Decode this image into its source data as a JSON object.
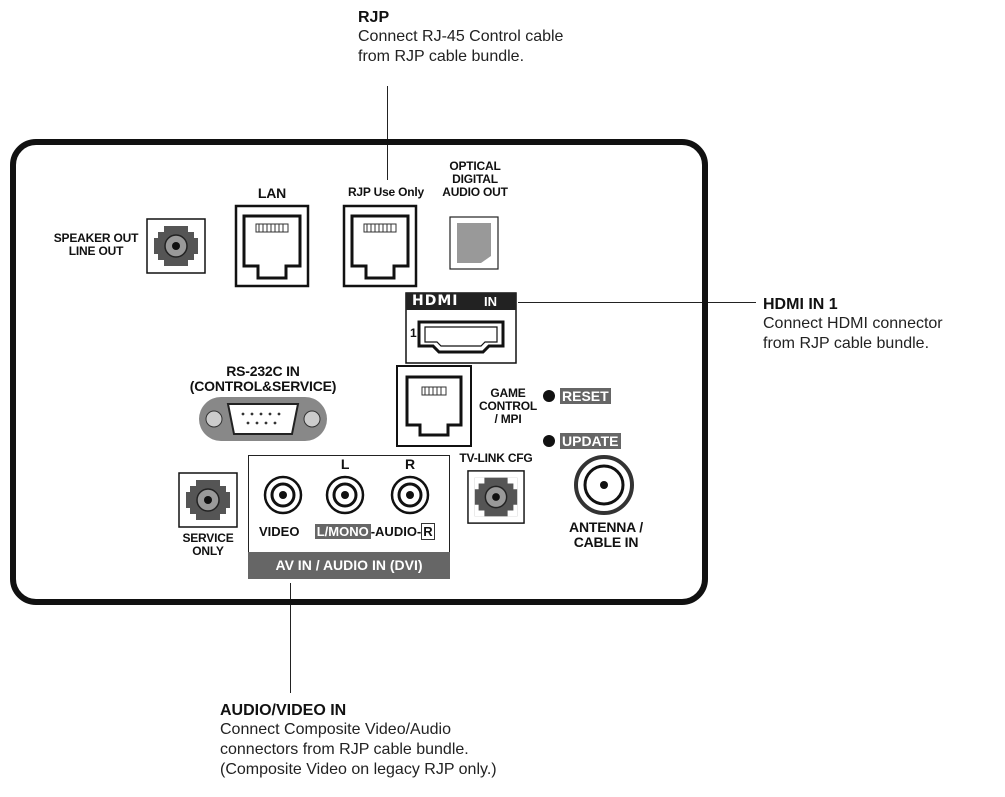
{
  "callouts": {
    "rjp": {
      "title": "RJP",
      "lines": [
        "Connect RJ-45 Control cable",
        "from RJP cable bundle."
      ]
    },
    "hdmi": {
      "title": "HDMI IN 1",
      "lines": [
        "Connect HDMI connector",
        "from RJP cable bundle."
      ]
    },
    "av": {
      "title": "AUDIO/VIDEO IN",
      "lines": [
        "Connect Composite Video/Audio",
        "connectors from RJP cable bundle.",
        "(Composite Video on legacy RJP only.)"
      ]
    }
  },
  "panel": {
    "speaker_out": [
      "SPEAKER OUT",
      "LINE OUT"
    ],
    "lan": "LAN",
    "rjp_use_only": "RJP Use Only",
    "optical": [
      "OPTICAL",
      "DIGITAL",
      "AUDIO OUT"
    ],
    "hdmi_logo": "HDMI",
    "hdmi_in": "IN",
    "hdmi_port_number": "1",
    "rs232": [
      "RS-232C IN",
      "(CONTROL&SERVICE)"
    ],
    "game_control": [
      "GAME",
      "CONTROL",
      "/ MPI"
    ],
    "reset": "RESET",
    "update": "UPDATE",
    "tv_link_cfg": "TV-LINK CFG",
    "antenna": [
      "ANTENNA /",
      "CABLE IN"
    ],
    "service_only": [
      "SERVICE",
      "ONLY"
    ],
    "av_l": "L",
    "av_r": "R",
    "video": "VIDEO",
    "l_mono": "L/MONO",
    "audio": "-AUDIO-",
    "r_box": "R",
    "av_in_banner": "AV IN / AUDIO IN (DVI)"
  }
}
